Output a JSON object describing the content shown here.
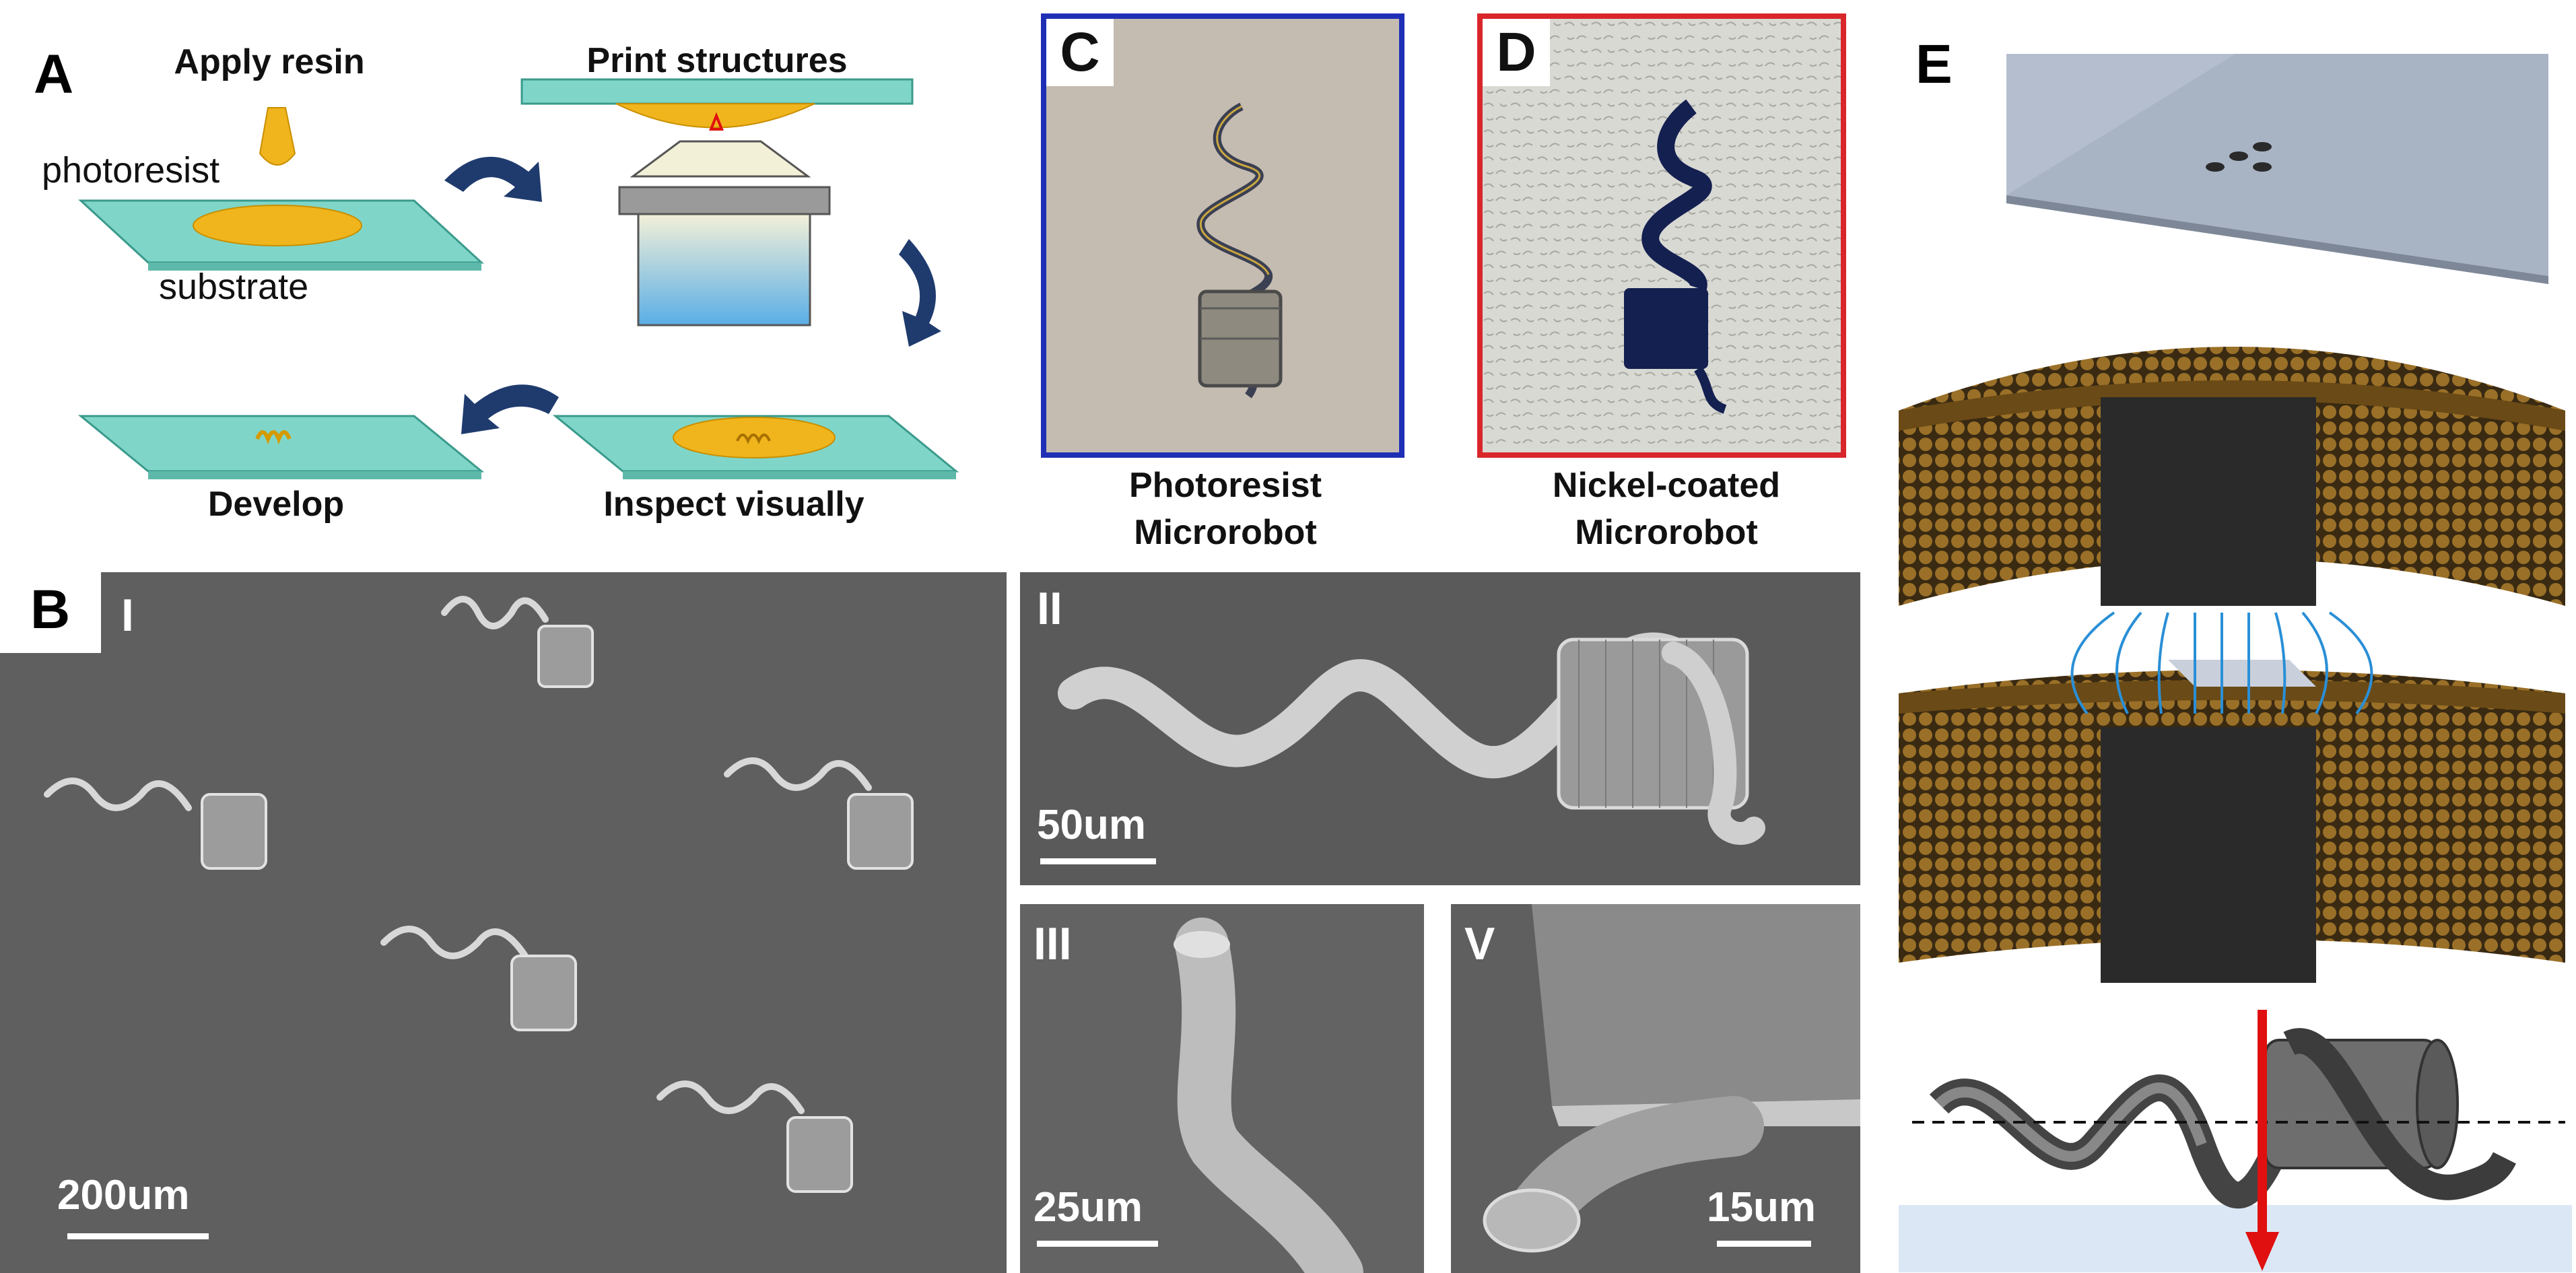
{
  "panels": {
    "A": {
      "letter": "A",
      "apply_resin": "Apply resin",
      "photoresist": "photoresist",
      "substrate": "substrate",
      "print_structures": "Print structures",
      "develop": "Develop",
      "inspect_visually": "Inspect visually"
    },
    "B": {
      "letter": "B",
      "sub_I": "I",
      "sub_II": "II",
      "sub_III": "III",
      "sub_V": "V",
      "scale_I": "200um",
      "scale_II": "50um",
      "scale_III": "25um",
      "scale_V": "15um"
    },
    "C": {
      "letter": "C",
      "caption_line1": "Photoresist",
      "caption_line2": "Microrobot",
      "frame_color": "#1f2fb5"
    },
    "D": {
      "letter": "D",
      "caption_line1": "Nickel-coated",
      "caption_line2": "Microrobot",
      "frame_color": "#d8262b"
    },
    "E": {
      "letter": "E"
    }
  },
  "colors": {
    "glass": "#7fd6c8",
    "resin": "#f0b51c",
    "arrow": "#1f3b6e",
    "coil": "#8a6420",
    "field_lines": "#2a8fd6",
    "force_arrow": "#e01010"
  }
}
